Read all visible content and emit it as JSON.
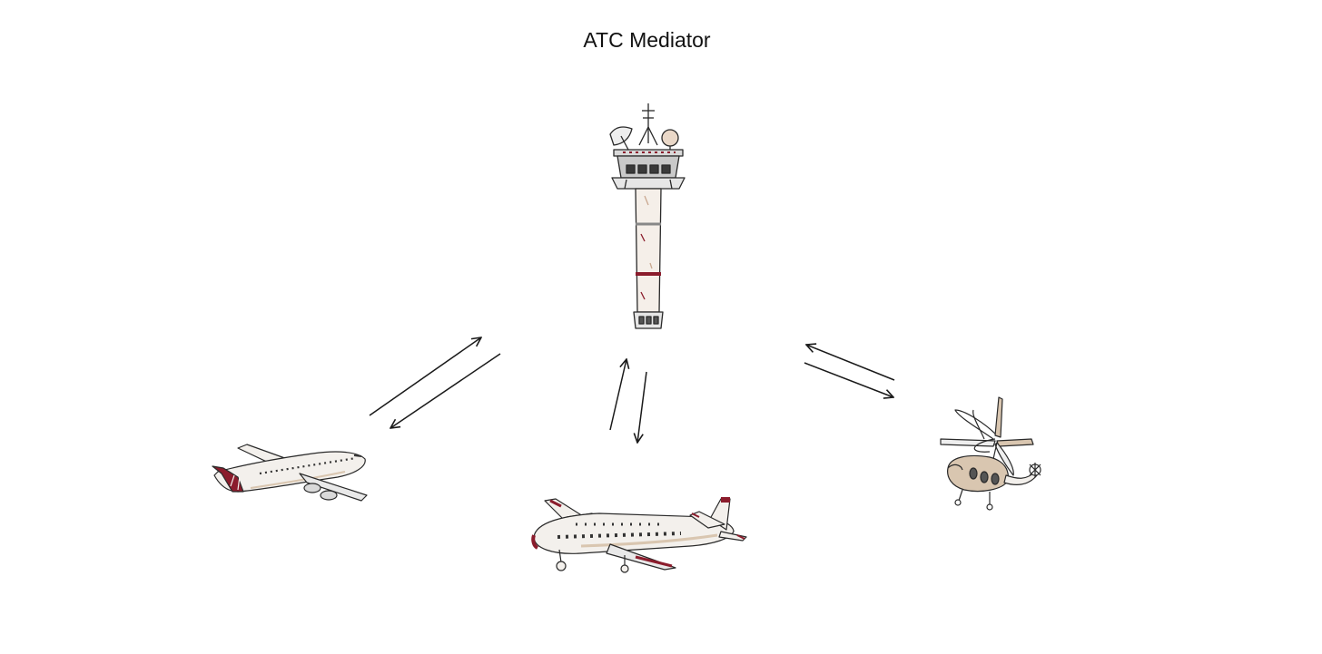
{
  "diagram": {
    "title": "ATC Mediator",
    "nodes": [
      {
        "id": "control-tower",
        "icon": "control-tower-icon"
      },
      {
        "id": "jet-airliner",
        "icon": "jet-airplane-icon"
      },
      {
        "id": "propeller-airliner",
        "icon": "propeller-airplane-icon"
      },
      {
        "id": "helicopter",
        "icon": "helicopter-icon"
      }
    ],
    "connections": [
      {
        "between": [
          "jet-airliner",
          "control-tower"
        ],
        "direction": "bidirectional"
      },
      {
        "between": [
          "propeller-airliner",
          "control-tower"
        ],
        "direction": "bidirectional"
      },
      {
        "between": [
          "helicopter",
          "control-tower"
        ],
        "direction": "bidirectional"
      }
    ]
  },
  "colors": {
    "outline": "#2a2a2a",
    "body": "#f3f0ec",
    "accent": "#8b1c2c",
    "tan": "#d9c6b0",
    "gray": "#cfcfcf",
    "arrow": "#1a1a1a"
  }
}
